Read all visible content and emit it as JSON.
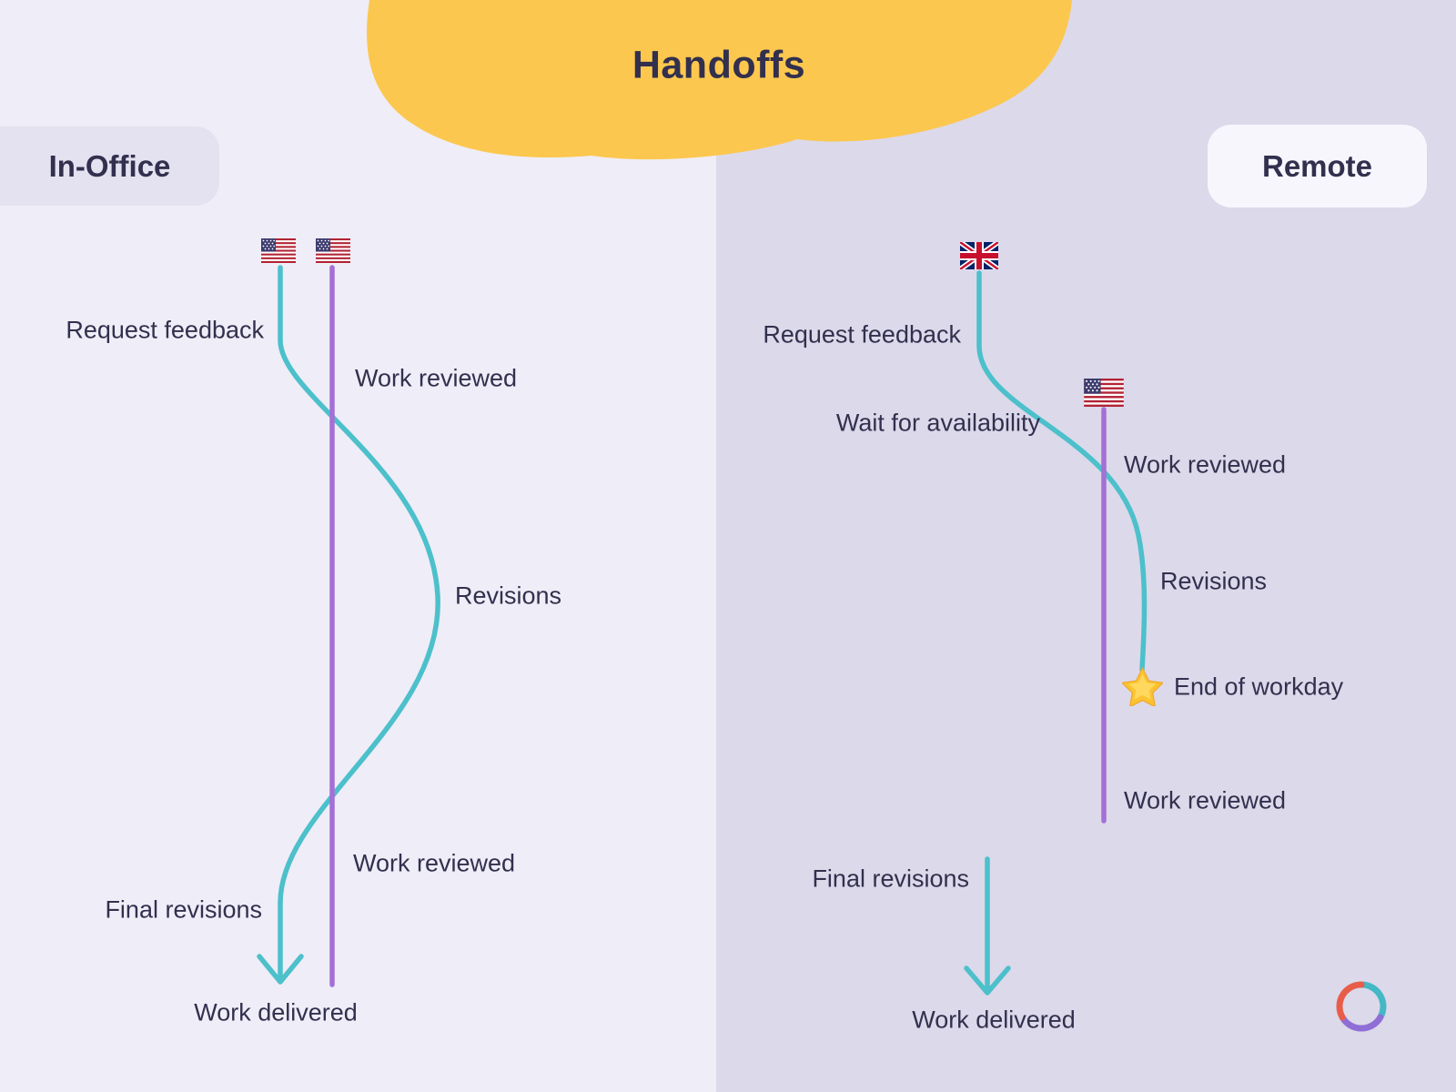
{
  "title": "Handoffs",
  "panels": {
    "in_office": {
      "label": "In-Office",
      "flag_icons": [
        "us-flag",
        "us-flag"
      ],
      "steps": {
        "request_feedback": "Request feedback",
        "work_reviewed_top": "Work reviewed",
        "revisions": "Revisions",
        "work_reviewed_bottom": "Work reviewed",
        "final_revisions": "Final revisions",
        "work_delivered": "Work delivered"
      }
    },
    "remote": {
      "label": "Remote",
      "flag_icons": [
        "uk-flag",
        "us-flag"
      ],
      "steps": {
        "request_feedback": "Request feedback",
        "wait_for_availability": "Wait for availability",
        "work_reviewed_top": "Work reviewed",
        "revisions": "Revisions",
        "end_of_workday": "End of workday",
        "work_reviewed_bottom": "Work reviewed",
        "final_revisions": "Final revisions",
        "work_delivered": "Work delivered"
      }
    }
  },
  "colors": {
    "teal": "#4cc0cb",
    "purple": "#a470d6",
    "yellow": "#fcc74e",
    "text": "#32304e",
    "bg_left": "#efedf7",
    "bg_right": "#dcd9ea",
    "badge_in_office_bg": "#e4e1f0",
    "badge_remote_bg": "#f7f6fd",
    "star": "#fcc330",
    "logo_teal": "#45b8c6",
    "logo_purple": "#8f6ed6",
    "logo_orange": "#e85d4a"
  }
}
